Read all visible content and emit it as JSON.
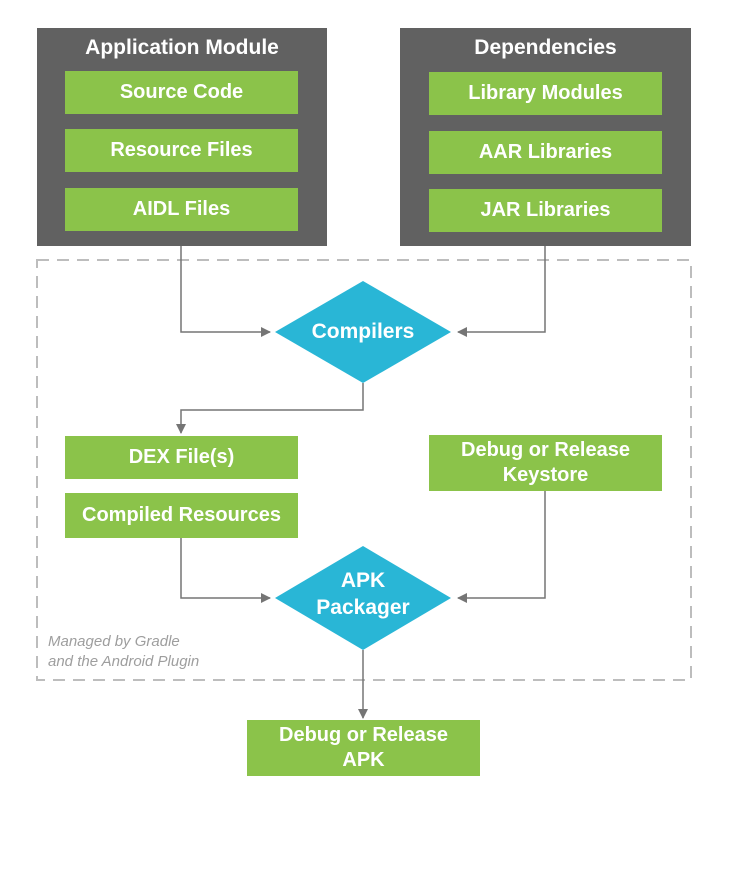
{
  "application_module": {
    "title": "Application Module",
    "items": [
      "Source Code",
      "Resource Files",
      "AIDL Files"
    ]
  },
  "dependencies": {
    "title": "Dependencies",
    "items": [
      "Library Modules",
      "AAR Libraries",
      "JAR Libraries"
    ]
  },
  "compilers": {
    "label": "Compilers"
  },
  "outputs": {
    "dex": "DEX File(s)",
    "compiled_resources": "Compiled Resources",
    "keystore": "Debug or Release\nKeystore"
  },
  "packager": {
    "label": "APK\nPackager"
  },
  "final": {
    "label": "Debug or Release\nAPK"
  },
  "managed_note": "Managed by Gradle\nand the Android Plugin",
  "colors": {
    "panel": "#616161",
    "green_box": "#8bc34a",
    "diamond": "#29b6d6",
    "arrow": "#757575",
    "dashed_border": "#bdbdbd"
  }
}
